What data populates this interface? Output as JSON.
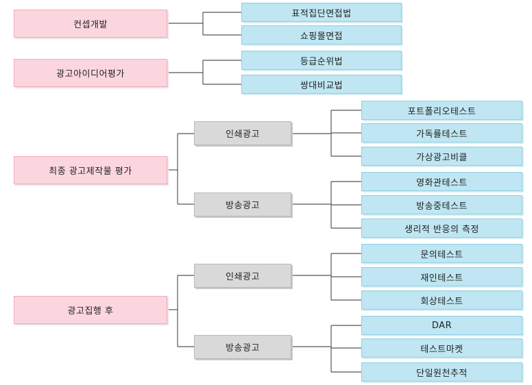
{
  "groups": [
    {
      "label": "컨셉개발",
      "leaves": [
        "표적집단면접법",
        "쇼핑몰면접"
      ]
    },
    {
      "label": "광고아이디어평가",
      "leaves": [
        "등급순위법",
        "쌍대비교법"
      ]
    },
    {
      "label": "최종 광고제작물 평가",
      "subs": [
        {
          "label": "인쇄광고",
          "leaves": [
            "포트폴리오테스트",
            "가독률테스트",
            "가상광고비클"
          ]
        },
        {
          "label": "방송광고",
          "leaves": [
            "영화관테스트",
            "방송중테스트",
            "생리적 반응의 측정"
          ]
        }
      ]
    },
    {
      "label": "광고집행 후",
      "subs": [
        {
          "label": "인쇄광고",
          "leaves": [
            "문의테스트",
            "재인테스트",
            "회상테스트"
          ]
        },
        {
          "label": "방송광고",
          "leaves": [
            "DAR",
            "테스트마켓",
            "단일원천추적"
          ]
        }
      ]
    }
  ],
  "colors": {
    "root_fill": "#fcd6de",
    "sub_fill": "#d9d9d9",
    "leaf_fill": "#bfe6f2",
    "connector": "#555555"
  }
}
